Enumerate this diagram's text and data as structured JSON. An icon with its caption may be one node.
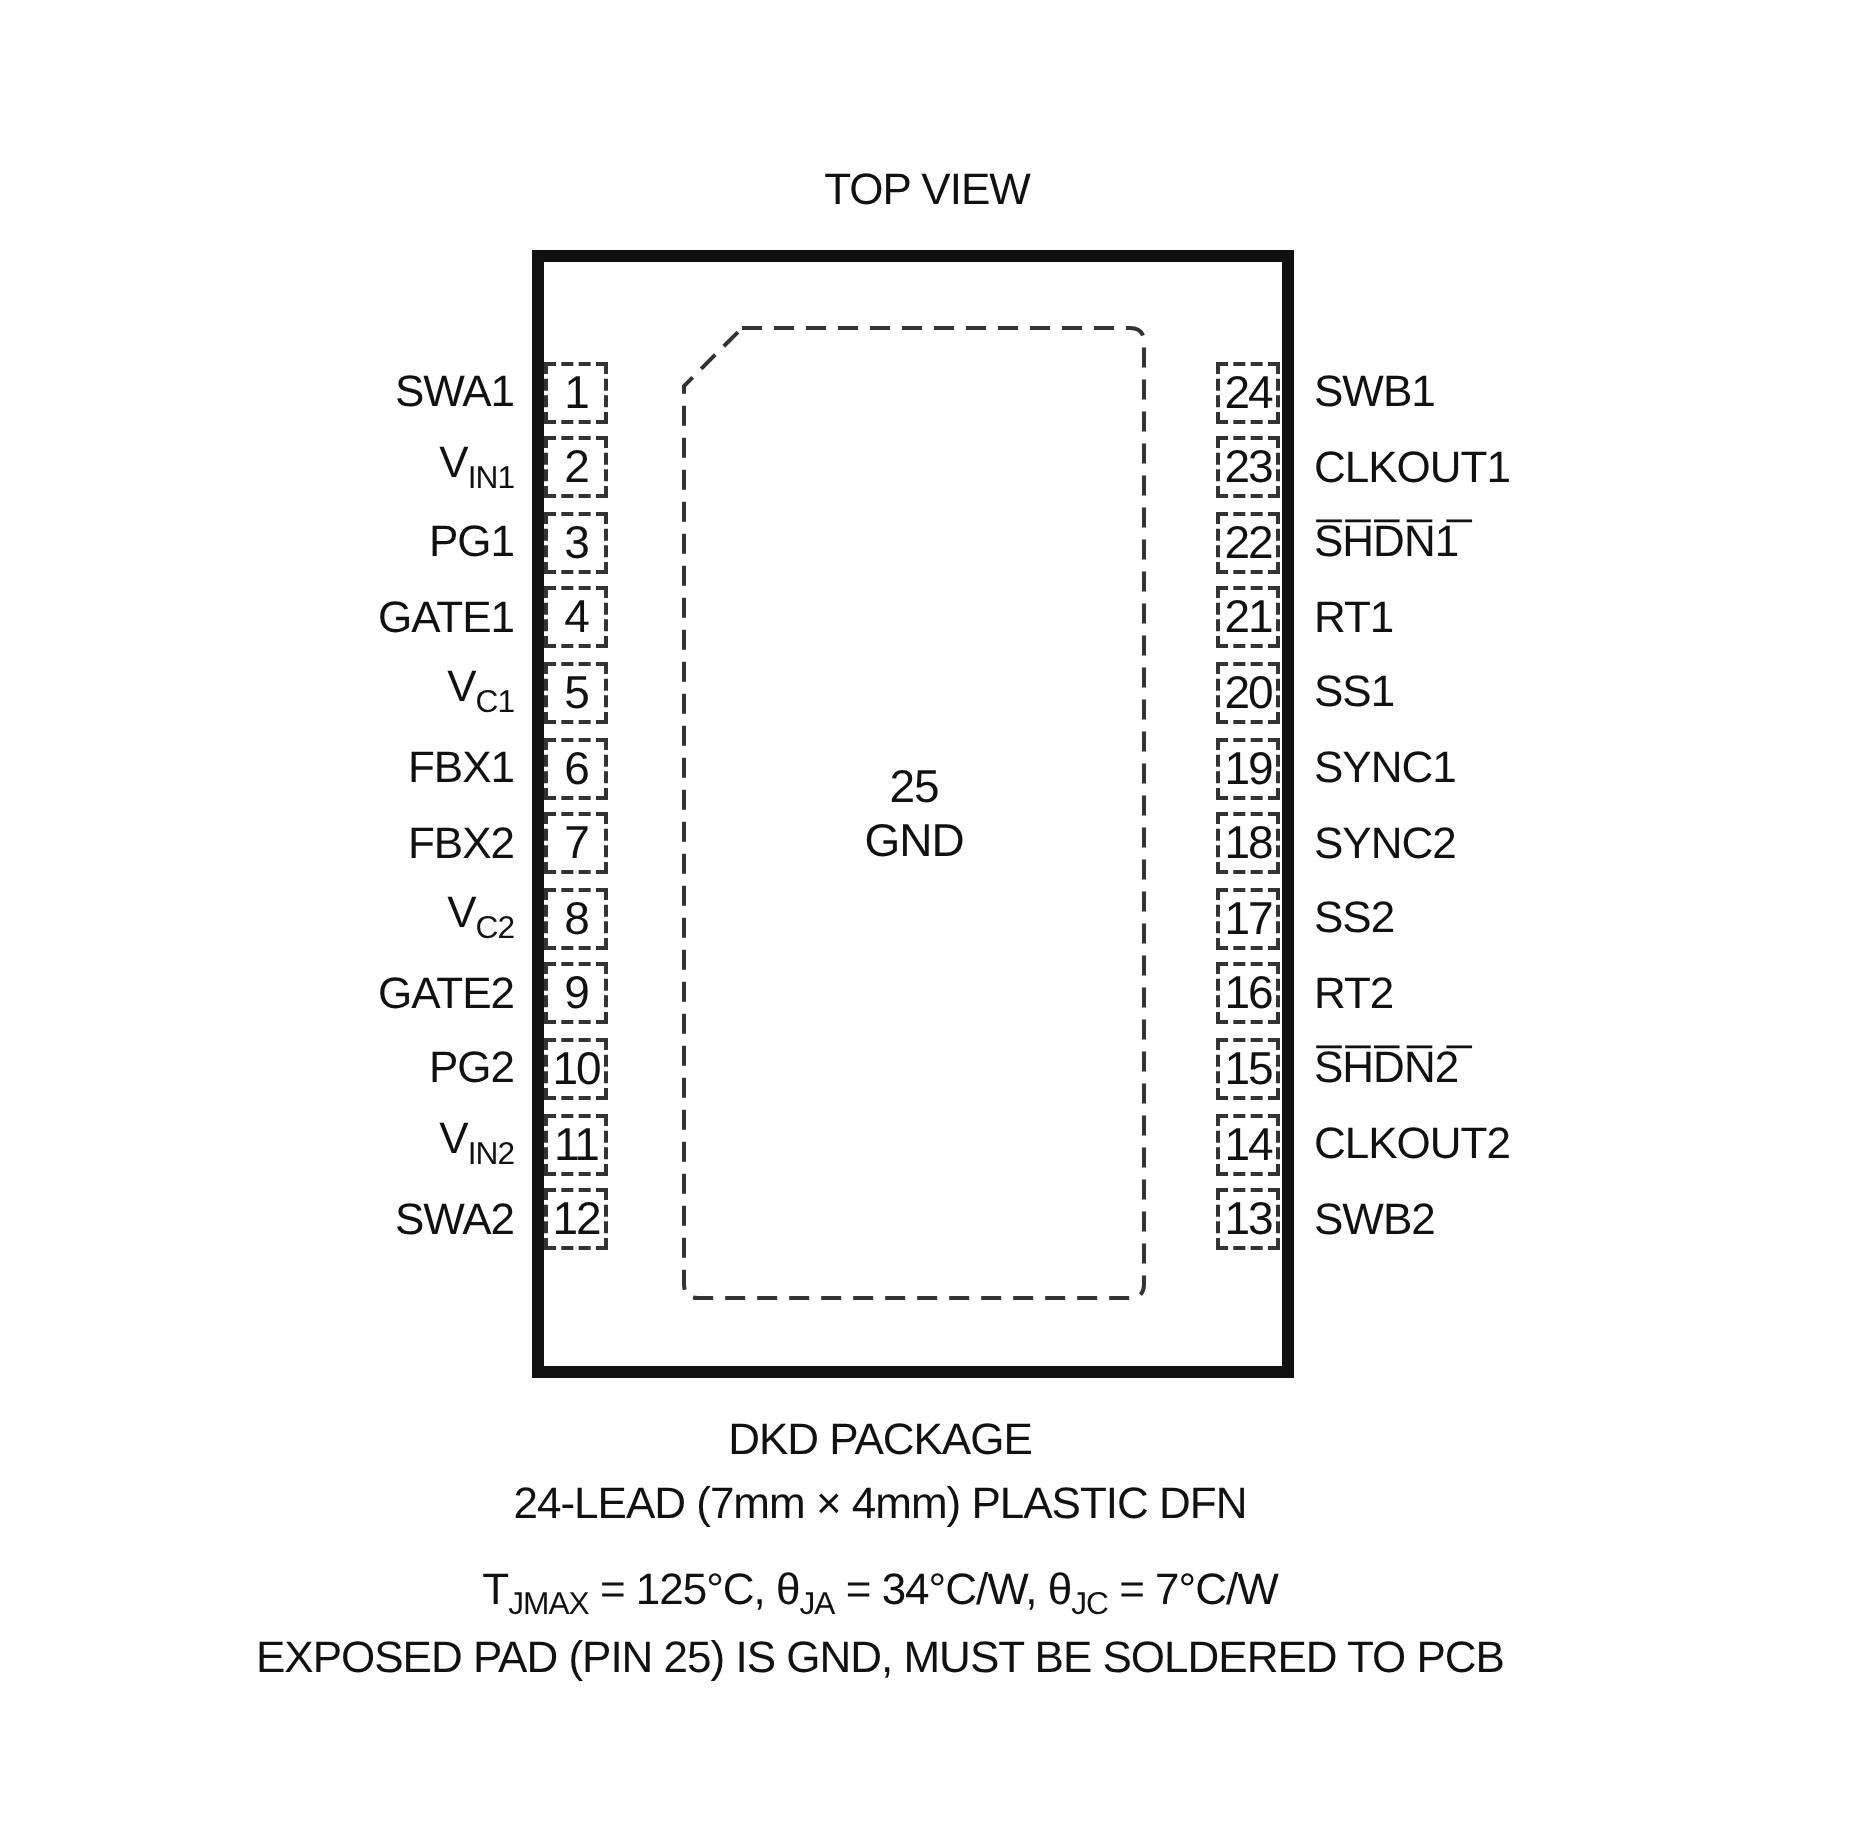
{
  "diagram": {
    "title": "TOP VIEW",
    "nodes": [
      {
        "text": [],
        "shape": "box"
      },
      {
        "text": [
          "1"
        ],
        "in": 0,
        "beside": [
          "SWA1"
        ]
      },
      {
        "text": [
          "2"
        ],
        "in": 0,
        "beside": [
          "V$_{IN1}$"
        ]
      },
      {
        "text": [
          "3"
        ],
        "in": 0,
        "beside": [
          "PG1"
        ]
      },
      {
        "text": [
          "4"
        ],
        "in": 0,
        "beside": [
          "GATE1"
        ]
      },
      {
        "text": [
          "5"
        ],
        "in": 0,
        "beside": [
          "V$_{C1}$"
        ]
      },
      {
        "text": [
          "6"
        ],
        "in": 0,
        "beside": [
          "FBX1"
        ]
      },
      {
        "text": [
          "7"
        ],
        "in": 0,
        "beside": [
          "FBX2"
        ]
      },
      {
        "text": [
          "8"
        ],
        "in": 0,
        "beside": [
          "V$_{C2}$"
        ]
      },
      {
        "text": [
          "9"
        ],
        "in": 0,
        "beside": [
          "GATE2"
        ]
      },
      {
        "text": [
          "10"
        ],
        "in": 0,
        "beside": [
          "PG2"
        ]
      },
      {
        "text": [
          "11"
        ],
        "in": 0,
        "beside": [
          "V$_{IN2}$"
        ]
      },
      {
        "text": [
          "12"
        ],
        "in": 0,
        "beside": [
          "SWA2"
        ]
      },
      {
        "text": [
          "13"
        ],
        "in": 0,
        "beside": [
          "SWB2"
        ]
      },
      {
        "text": [
          "14"
        ],
        "in": 0,
        "beside": [
          "CLKOUT2"
        ]
      },
      {
        "text": [
          "15"
        ],
        "in": 0,
        "beside": [
          "S̅H̅D̅N̅2̅"
        ]
      },
      {
        "text": [
          "16"
        ],
        "in": 0,
        "beside": [
          "RT2"
        ]
      },
      {
        "text": [
          "17"
        ],
        "in": 0,
        "beside": [
          "SS2"
        ]
      },
      {
        "text": [
          "18"
        ],
        "in": 0,
        "beside": [
          "SYNC2"
        ]
      },
      {
        "text": [
          "19"
        ],
        "in": 0,
        "beside": [
          "SYNC1"
        ]
      },
      {
        "text": [
          "20"
        ],
        "in": 0,
        "beside": [
          "SS1"
        ]
      },
      {
        "text": [
          "21"
        ],
        "in": 0,
        "beside": [
          "RT1"
        ]
      },
      {
        "text": [
          "22"
        ],
        "in": 0,
        "beside": [
          "S̅H̅D̅N̅1̅"
        ]
      },
      {
        "text": [
          "23"
        ],
        "in": 0,
        "beside": [
          "CLKOUT1"
        ]
      },
      {
        "text": [
          "24"
        ],
        "in": 0,
        "beside": [
          "SWB1"
        ]
      },
      {
        "text": [
          "25",
          "GND"
        ],
        "in": 0
      }
    ],
    "labels": [
      "DKD PACKAGE",
      "24-LEAD (7mm × 4mm) PLASTIC DFN",
      "T$_{JMAX}$ = 125°C, θ$_{JA}$ = 34°C/W, θ$_{JC}$ = 7°C/W",
      "EXPOSED PAD (PIN 25) IS GND, MUST BE SOLDERED TO PCB"
    ]
  }
}
